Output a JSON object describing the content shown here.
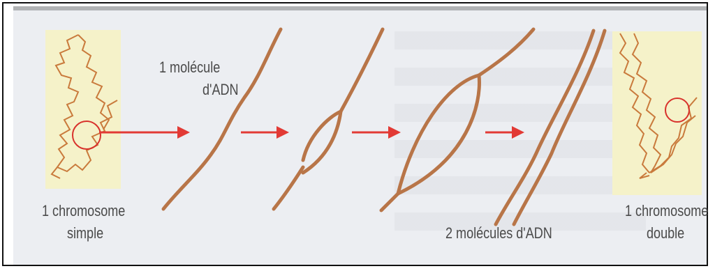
{
  "labels": {
    "molecule_line1": "1 molécule",
    "molecule_line2": "d'ADN",
    "simple_line1": "1 chromosome",
    "simple_line2": "simple",
    "two_molecules": "2 molécules d'ADN",
    "double_line1": "1 chromosome",
    "double_line2": "double"
  },
  "colors": {
    "chromatin": "#c97a3c",
    "dna_strand": "#a96a4a",
    "arrow": "#e23a35",
    "circle": "#d8322c",
    "yellow_box": "#f5f2c9"
  }
}
